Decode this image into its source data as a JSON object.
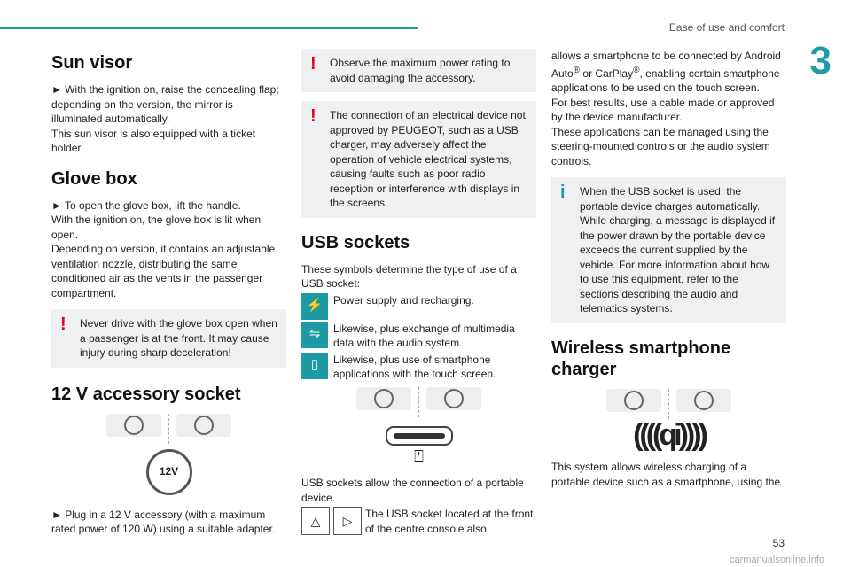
{
  "header": {
    "section_title": "Ease of use and comfort",
    "chapter": "3"
  },
  "col1": {
    "sun_visor": {
      "title": "Sun visor",
      "p1": "► With the ignition on, raise the concealing flap; depending on the version, the mirror is illuminated automatically.",
      "p2": "This sun visor is also equipped with a ticket holder."
    },
    "glove_box": {
      "title": "Glove box",
      "p1": "► To open the glove box, lift the handle.",
      "p2": "With the ignition on, the glove box is lit when open.",
      "p3": "Depending on version, it contains an adjustable ventilation nozzle, distributing the same conditioned air as the vents in the passenger compartment.",
      "warning": "Never drive with the glove box open when a passenger is at the front. It may cause injury during sharp deceleration!"
    },
    "accessory": {
      "title": "12 V accessory socket",
      "socket_label": "12V",
      "p1": "► Plug in a 12 V accessory (with a maximum rated power of 120 W) using a suitable adapter."
    }
  },
  "col2": {
    "warn1": "Observe the maximum power rating to avoid damaging the accessory.",
    "warn2": "The connection of an electrical device not approved by PEUGEOT, such as a USB charger, may adversely affect the operation of vehicle electrical systems, causing faults such as poor radio reception or interference with displays in the screens.",
    "usb": {
      "title": "USB sockets",
      "intro": "These symbols determine the type of use of a USB socket:",
      "sym1": "Power supply and recharging.",
      "sym2": "Likewise, plus exchange of multimedia data with the audio system.",
      "sym3": "Likewise, plus use of smartphone applications with the touch screen.",
      "p1": "USB sockets allow the connection of a portable device.",
      "p2": "The USB socket located at the front of the centre console also"
    }
  },
  "col3": {
    "p1_a": "allows a smartphone to be connected by Android Auto",
    "p1_b": " or CarPlay",
    "p1_c": ", enabling certain smartphone applications to be used on the touch screen.",
    "p2": "For best results, use a cable made or approved by the device manufacturer.",
    "p3": "These applications can be managed using the steering-mounted controls or the audio system controls.",
    "info": "When the USB socket is used, the portable device charges automatically. While charging, a message is displayed if the power drawn by the portable device exceeds the current supplied by the vehicle. For more information about how to use this equipment, refer to the sections describing the audio and telematics systems.",
    "wireless": {
      "title": "Wireless smartphone charger",
      "qi_label": "((((qi))))",
      "p1": "This system allows wireless charging of a portable device such as a smartphone, using the"
    }
  },
  "footer": {
    "page": "53",
    "watermark": "carmanualsonline.info"
  },
  "colors": {
    "accent": "#1d9aa3",
    "warning": "#e2001a"
  }
}
